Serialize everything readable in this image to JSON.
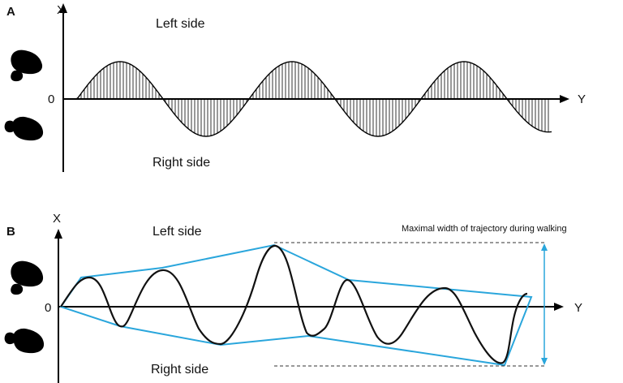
{
  "panels": {
    "a": {
      "letter": "A",
      "x_axis_label": "X",
      "y_axis_label": "Y",
      "origin_label": "0",
      "top_label": "Left side",
      "bottom_label": "Right side"
    },
    "b": {
      "letter": "B",
      "x_axis_label": "X",
      "y_axis_label": "Y",
      "origin_label": "0",
      "top_label": "Left side",
      "bottom_label": "Right side",
      "annotation": "Maximal width of trajectory during walking"
    }
  },
  "colors": {
    "curve": "#111111",
    "envelope": "#2aa6dc",
    "footprint": "#000000",
    "axis": "#000000"
  },
  "icons": [
    "left-footprint-icon",
    "right-footprint-icon"
  ]
}
